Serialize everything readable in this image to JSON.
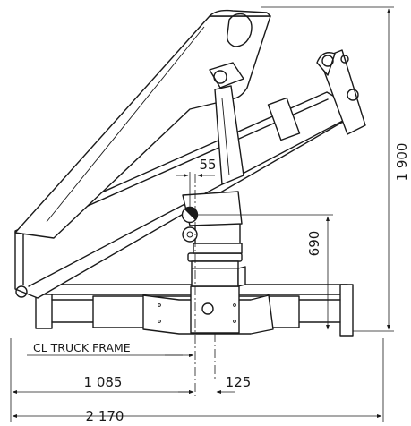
{
  "dimensions": {
    "overall_height": "1 900",
    "column_height": "690",
    "offset_top": "55",
    "half_width": "1 085",
    "centre_offset": "125",
    "overall_width": "2 170"
  },
  "labels": {
    "centerline": "CL TRUCK FRAME"
  }
}
